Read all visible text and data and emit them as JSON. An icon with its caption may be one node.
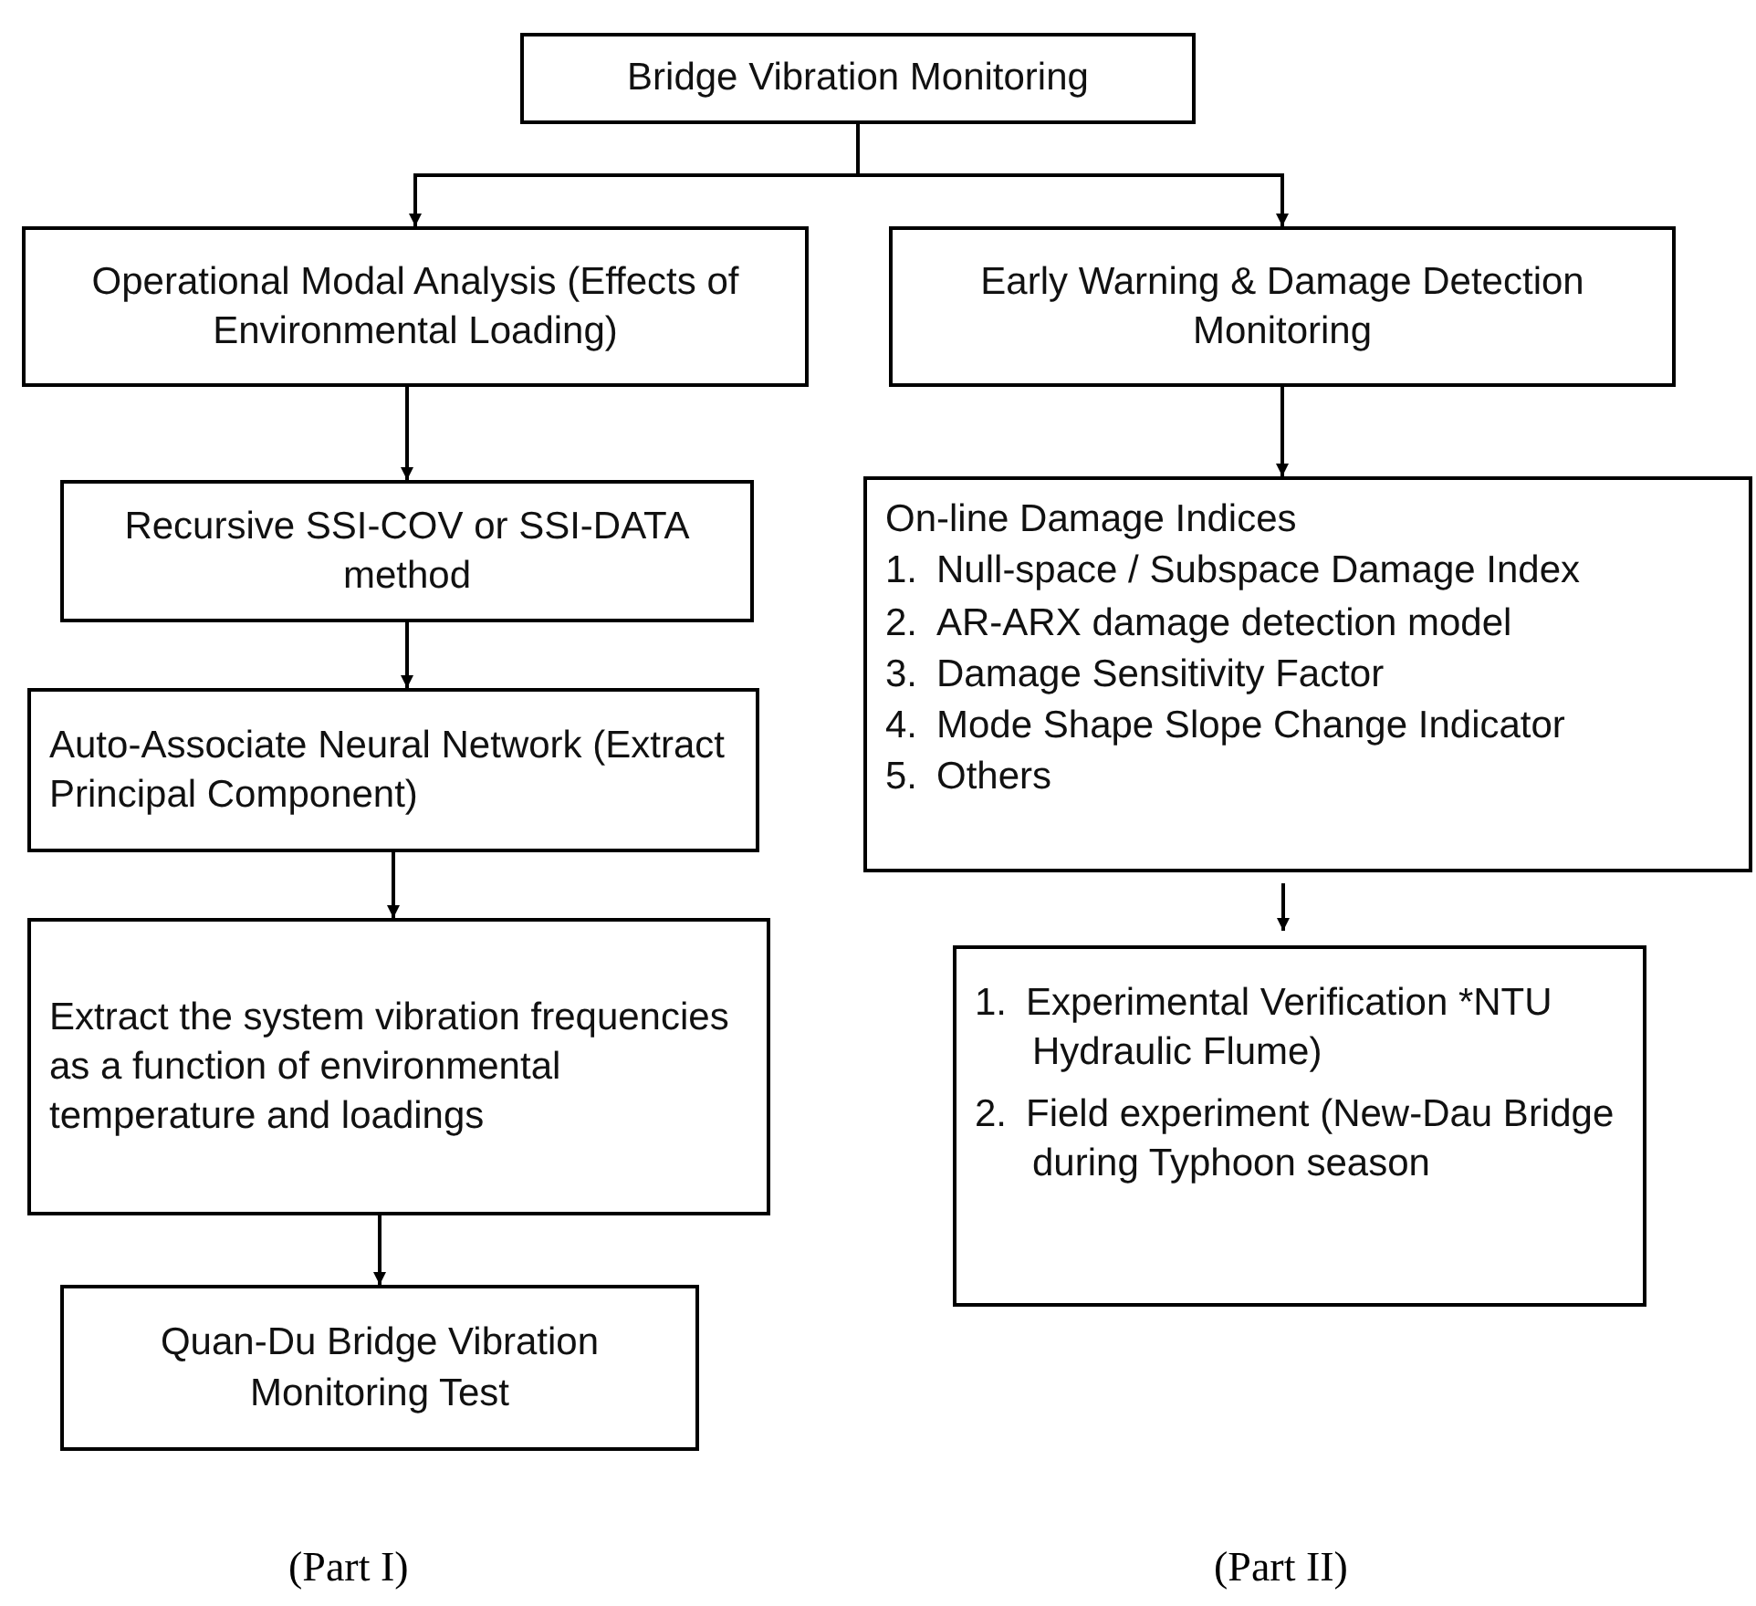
{
  "diagram": {
    "nodes": [
      {
        "text": [
          "Bridge Vibration Monitoring"
        ]
      },
      {
        "text": [
          "Operational Modal Analysis (Effects of Environmental Loading)"
        ]
      },
      {
        "text": [
          "Early Warning & Damage Detection Monitoring"
        ]
      },
      {
        "text": [
          "Recursive SSI-COV or SSI-DATA method"
        ]
      },
      {
        "text": [
          "Auto-Associate Neural Network (Extract Principal Component)"
        ]
      },
      {
        "text": [
          "Extract the system vibration frequencies as a function of environmental temperature and loadings"
        ]
      },
      {
        "text": [
          "Quan-Du Bridge Vibration Monitoring Test"
        ]
      },
      {
        "text": [
          "On-line Damage Indices",
          "1. Null-space / Subspace Damage Index",
          "2. AR-ARX damage detection model",
          "3. Damage Sensitivity Factor",
          "4. Mode Shape Slope Change Indicator",
          "5. Others"
        ]
      },
      {
        "text": [
          "1. Experimental Verification *NTU Hydraulic Flume)",
          "2. Field experiment (New-Dau Bridge during Typhoon season"
        ]
      }
    ],
    "edges": [
      {
        "from": 0,
        "to": 1,
        "arrow": "to"
      },
      {
        "from": 0,
        "to": 2,
        "arrow": "to"
      },
      {
        "from": 1,
        "to": 3,
        "arrow": "to"
      },
      {
        "from": 3,
        "to": 4,
        "arrow": "to"
      },
      {
        "from": 4,
        "to": 5,
        "arrow": "to"
      },
      {
        "from": 5,
        "to": 6,
        "arrow": "to"
      },
      {
        "from": 2,
        "to": 7,
        "arrow": "to"
      },
      {
        "from": 7,
        "to": 8,
        "arrow": "to"
      }
    ],
    "labels": [
      "(Part I)",
      "(Part II)"
    ]
  }
}
